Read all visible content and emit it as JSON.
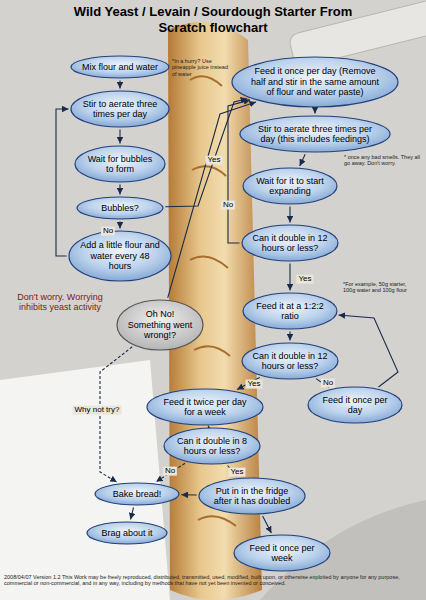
{
  "diagram": {
    "title": "Wild Yeast / Levain / Sourdough Starter From Scratch flowchart",
    "nodes": [
      {
        "text": [
          "Mix flour and water"
        ]
      },
      {
        "text": [
          "Stir to aerate three times per day"
        ]
      },
      {
        "text": [
          "Wait for bubbles to form"
        ]
      },
      {
        "text": [
          "Bubbles?"
        ]
      },
      {
        "text": [
          "Add a little flour and water every 48 hours"
        ]
      },
      {
        "text": [
          "Feed it once per day (Remove half and stir in the same amount of flour and water paste)"
        ]
      },
      {
        "text": [
          "Stir to aerate three times per day (this includes feedings)"
        ]
      },
      {
        "text": [
          "Wait for it to start expanding"
        ]
      },
      {
        "text": [
          "Can it double in 12 hours or less?"
        ]
      },
      {
        "text": [
          "Feed it at a 1:2:2 ratio"
        ]
      },
      {
        "text": [
          "Can it double in 12 hours or less?"
        ]
      },
      {
        "text": [
          "Feed it once per day"
        ]
      },
      {
        "text": [
          "Oh No! Something went wrong!?"
        ]
      },
      {
        "text": [
          "Feed it twice per day for a week"
        ]
      },
      {
        "text": [
          "Can it double in 8 hours or less?"
        ]
      },
      {
        "text": [
          "Bake bread!"
        ]
      },
      {
        "text": [
          "Put in in the fridge after it has doubled"
        ]
      },
      {
        "text": [
          "Brag about it"
        ]
      },
      {
        "text": [
          "Feed it once per week"
        ]
      }
    ],
    "edges": [
      {
        "from": 0,
        "to": 1,
        "arrow": "to"
      },
      {
        "from": 1,
        "to": 2,
        "arrow": "to"
      },
      {
        "from": 2,
        "to": 3,
        "arrow": "to"
      },
      {
        "from": 3,
        "to": 5,
        "label": "Yes",
        "arrow": "to"
      },
      {
        "from": 3,
        "to": 4,
        "label": "No",
        "arrow": "to"
      },
      {
        "from": 4,
        "to": 1,
        "arrow": "to"
      },
      {
        "from": 5,
        "to": 6,
        "arrow": "to"
      },
      {
        "from": 6,
        "to": 7,
        "arrow": "to"
      },
      {
        "from": 7,
        "to": 8,
        "arrow": "to"
      },
      {
        "from": 8,
        "to": 9,
        "label": "Yes",
        "arrow": "to"
      },
      {
        "from": 8,
        "to": 5,
        "label": "No",
        "arrow": "to"
      },
      {
        "from": 12,
        "to": 5,
        "arrow": "to"
      },
      {
        "from": 9,
        "to": 10,
        "arrow": "to"
      },
      {
        "from": 10,
        "to": 13,
        "label": "Yes",
        "arrow": "to"
      },
      {
        "from": 10,
        "to": 11,
        "label": "No",
        "arrow": "to"
      },
      {
        "from": 11,
        "to": 9,
        "arrow": "to"
      },
      {
        "from": 13,
        "to": 14,
        "arrow": "to"
      },
      {
        "from": 14,
        "to": 16,
        "label": "Yes",
        "arrow": "to"
      },
      {
        "from": 14,
        "to": 15,
        "label": "No",
        "arrow": "to"
      },
      {
        "from": 12,
        "to": 15,
        "label": "Why not try?",
        "arrow": "to"
      },
      {
        "from": 15,
        "to": 17,
        "arrow": "to"
      },
      {
        "from": 16,
        "to": 15,
        "arrow": "to"
      },
      {
        "from": 16,
        "to": 18,
        "arrow": "to"
      }
    ],
    "labels": [
      "*In a hurry? Use pineapple juice instead of water",
      "* once any bad smells. They all go away. Don't worry.",
      "Don't worry. Worrying inhibits yeast activity",
      "*For example, 50g starter, 100g water and 100g flour",
      "2008/04/07 Version 1.2 This Work may be freely reproduced, distributed, transmitted, used, modified, built upon, or otherwise exploited by anyone for any purpose, commercial or non-commercial, and in any way, including by methods that have not yet been invented or conceived."
    ]
  }
}
